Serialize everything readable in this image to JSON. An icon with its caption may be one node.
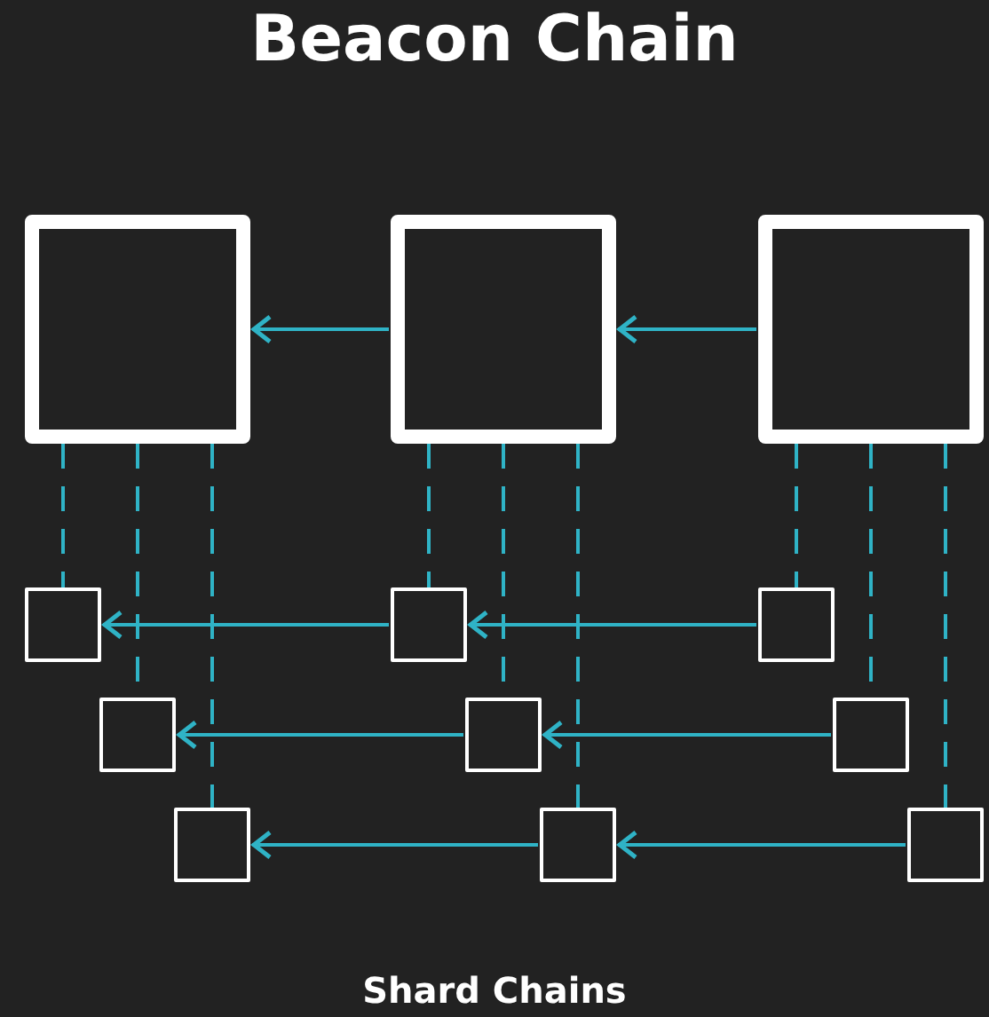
{
  "diagram": {
    "title": "Beacon Chain",
    "caption": "Shard Chains",
    "nodes": [
      {
        "text": [],
        "shape": "box"
      },
      {
        "text": [],
        "shape": "box"
      },
      {
        "text": [],
        "shape": "box"
      },
      {
        "text": [],
        "shape": "box"
      },
      {
        "text": [],
        "shape": "box"
      },
      {
        "text": [],
        "shape": "box"
      },
      {
        "text": [],
        "shape": "box"
      },
      {
        "text": [],
        "shape": "box"
      },
      {
        "text": [],
        "shape": "box"
      },
      {
        "text": [],
        "shape": "box"
      },
      {
        "text": [],
        "shape": "box"
      },
      {
        "text": [],
        "shape": "box"
      }
    ],
    "edges": [
      {
        "from": 1,
        "to": 0,
        "arrow": "to"
      },
      {
        "from": 2,
        "to": 1,
        "arrow": "to"
      },
      {
        "from": 4,
        "to": 3,
        "arrow": "to"
      },
      {
        "from": 5,
        "to": 4,
        "arrow": "to"
      },
      {
        "from": 7,
        "to": 6,
        "arrow": "to"
      },
      {
        "from": 8,
        "to": 7,
        "arrow": "to"
      },
      {
        "from": 10,
        "to": 9,
        "arrow": "to"
      },
      {
        "from": 11,
        "to": 10,
        "arrow": "to"
      },
      {
        "from": 0,
        "to": 3,
        "arrow": "none",
        "style": "dashed"
      },
      {
        "from": 0,
        "to": 6,
        "arrow": "none",
        "style": "dashed"
      },
      {
        "from": 0,
        "to": 9,
        "arrow": "none",
        "style": "dashed"
      },
      {
        "from": 1,
        "to": 4,
        "arrow": "none",
        "style": "dashed"
      },
      {
        "from": 1,
        "to": 7,
        "arrow": "none",
        "style": "dashed"
      },
      {
        "from": 1,
        "to": 10,
        "arrow": "none",
        "style": "dashed"
      },
      {
        "from": 2,
        "to": 5,
        "arrow": "none",
        "style": "dashed"
      },
      {
        "from": 2,
        "to": 8,
        "arrow": "none",
        "style": "dashed"
      },
      {
        "from": 2,
        "to": 11,
        "arrow": "none",
        "style": "dashed"
      }
    ]
  }
}
